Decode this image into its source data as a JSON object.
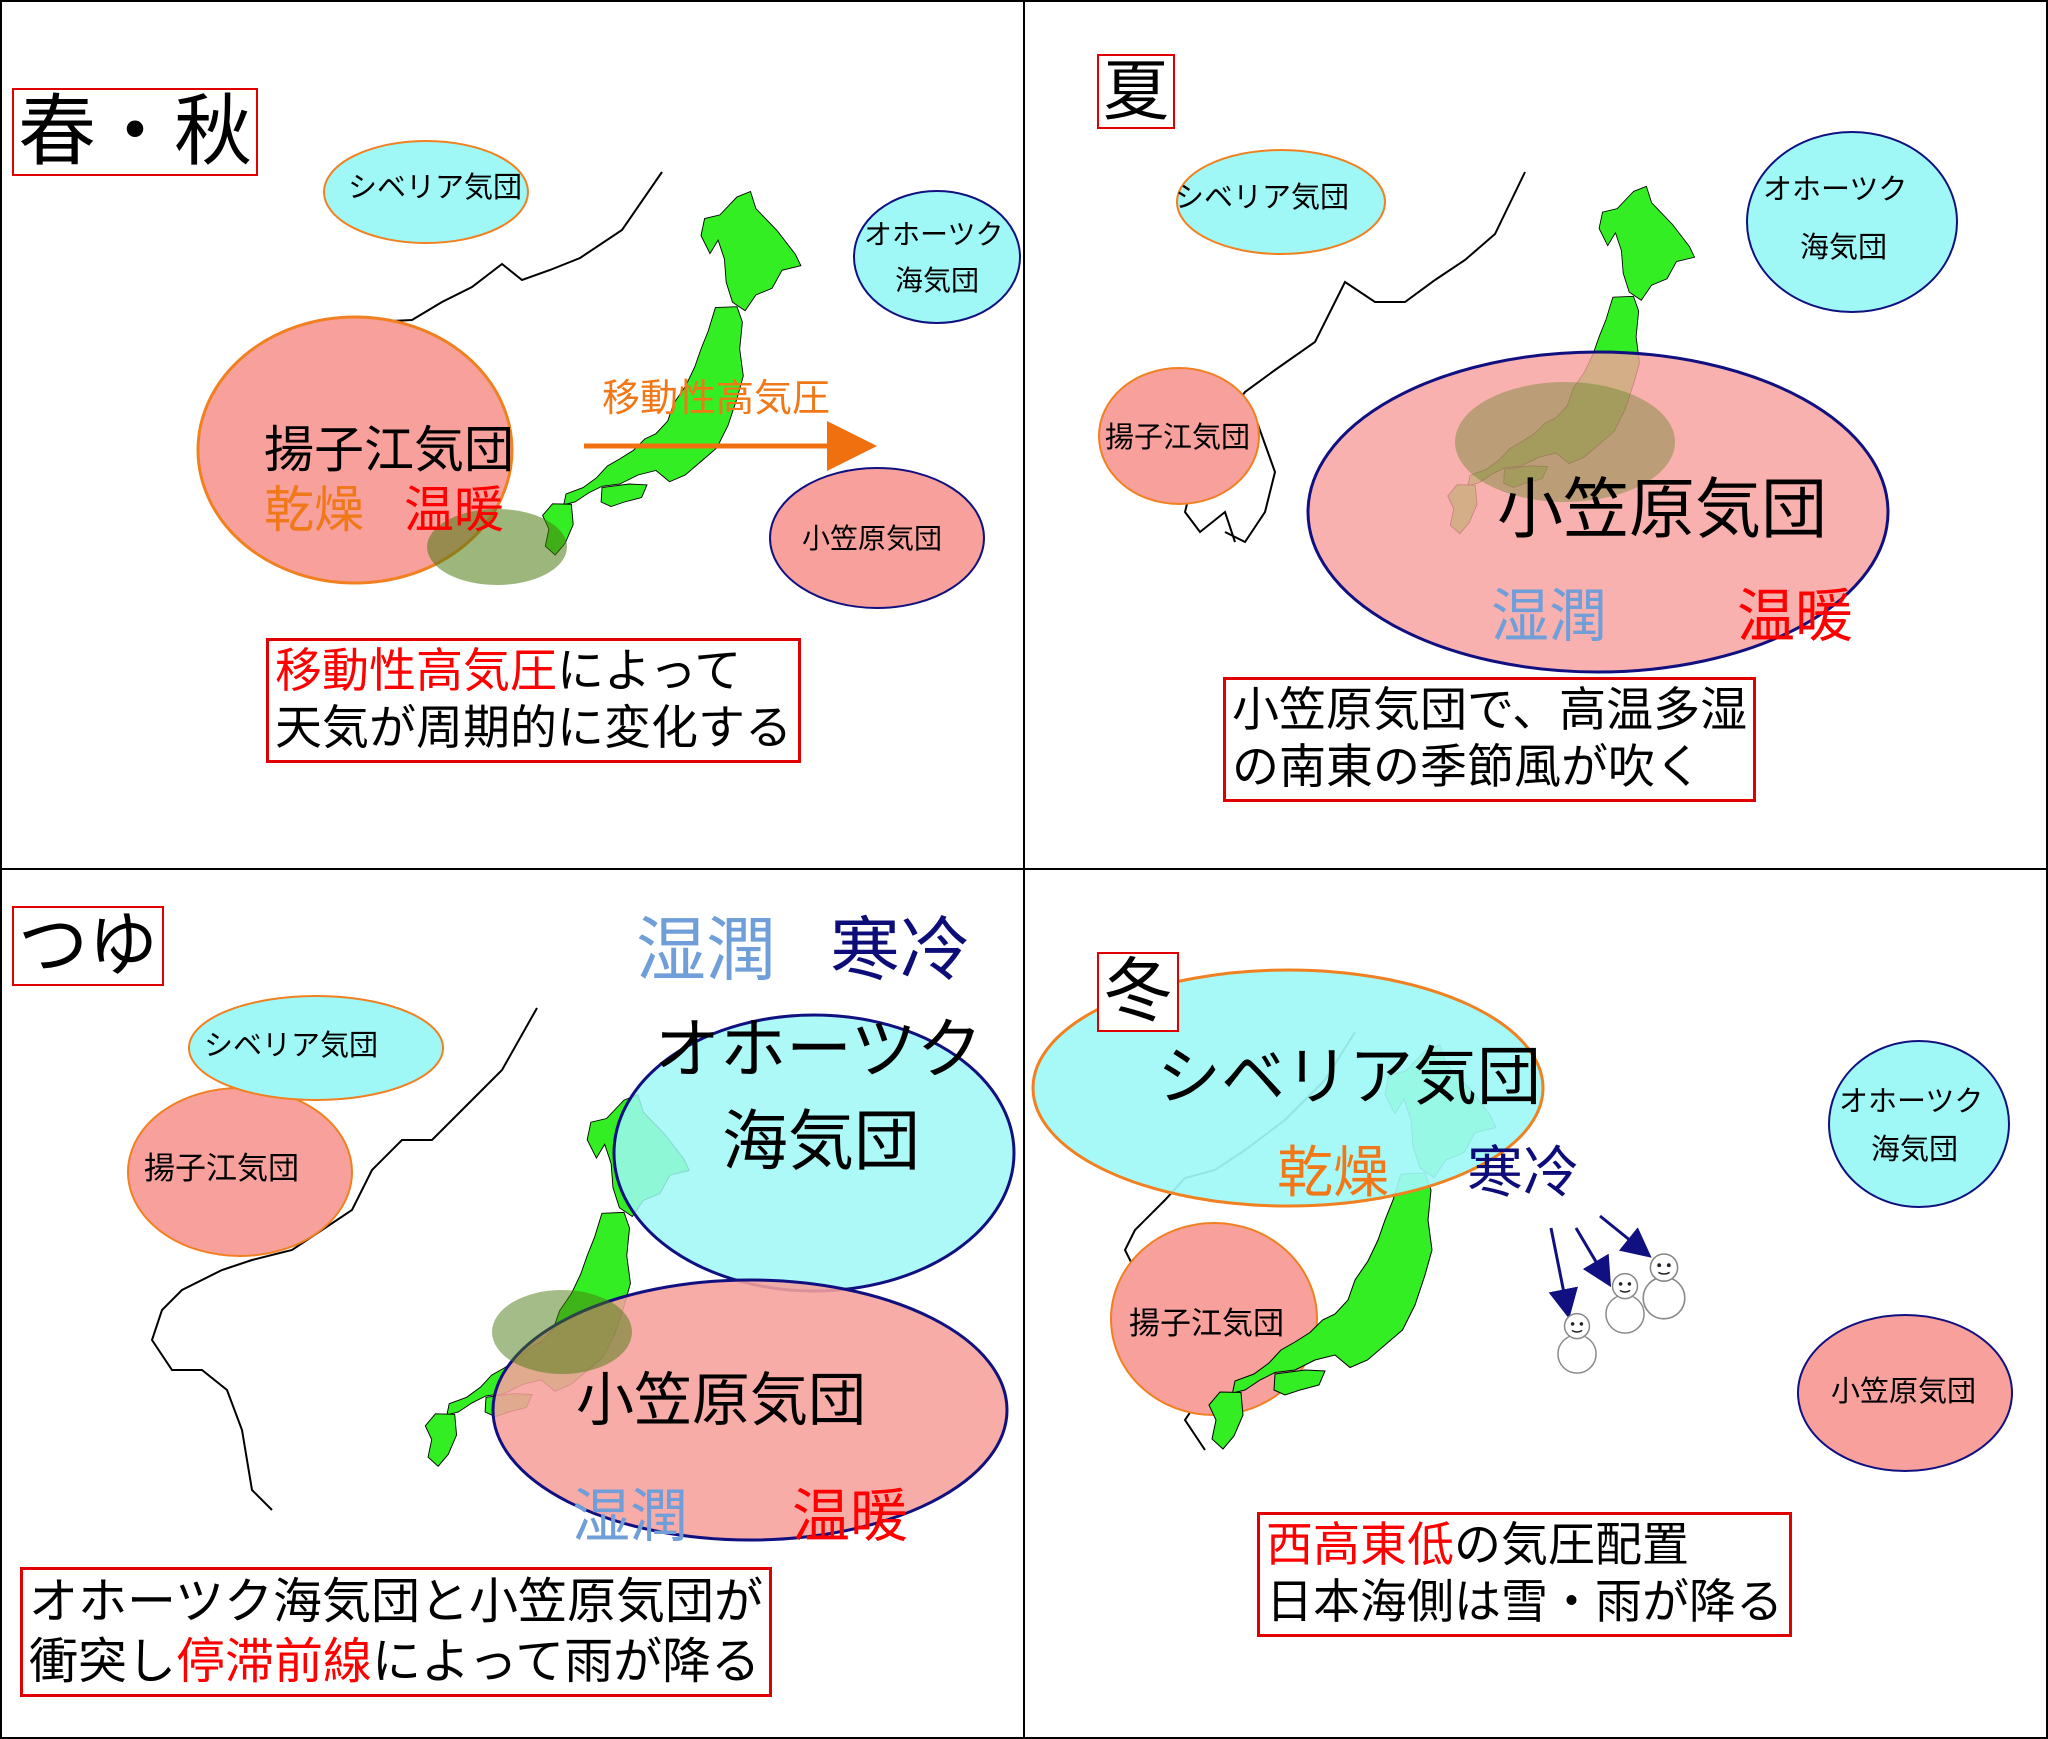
{
  "colors": {
    "land": "#33ee22",
    "cyan_mass": "#9ff8f6",
    "pink_mass": "#f7a09c",
    "orange_edge": "#f08020",
    "navy_edge": "#101080",
    "red_text": "#ff0000",
    "orange_text": "#f07818",
    "light_blue_text": "#6f9ed8",
    "navy_text": "#0d0d7a"
  },
  "spring": {
    "title": "春・秋",
    "siberia": "シベリア気団",
    "okhotsk_l1": "オホーツク",
    "okhotsk_l2": "海気団",
    "yangtze": "揚子江気団",
    "dry": "乾燥",
    "warm": "温暖",
    "arrow_label": "移動性高気圧",
    "ogasawara": "小笠原気団",
    "note_red": "移動性高気圧",
    "note_rest1": "によって",
    "note_line2": "天気が周期的に変化する"
  },
  "summer": {
    "title": "夏",
    "siberia": "シベリア気団",
    "okhotsk_l1": "オホーツク",
    "okhotsk_l2": "海気団",
    "yangtze": "揚子江気団",
    "ogasawara": "小笠原気団",
    "humid": "湿潤",
    "warm": "温暖",
    "note_line1": "小笠原気団で、高温多湿",
    "note_line2": "の南東の季節風が吹く"
  },
  "tsuyu": {
    "title": "つゆ",
    "humid_top": "湿潤",
    "cold_top": "寒冷",
    "siberia": "シベリア気団",
    "okhotsk_l1": "オホーツク",
    "okhotsk_l2": "海気団",
    "yangtze": "揚子江気団",
    "ogasawara": "小笠原気団",
    "humid": "湿潤",
    "warm": "温暖",
    "note_line1": "オホーツク海気団と小笠原気団が",
    "note_pre": "衝突し",
    "note_red": "停滞前線",
    "note_post": "によって雨が降る"
  },
  "winter": {
    "title": "冬",
    "siberia": "シベリア気団",
    "dry": "乾燥",
    "cold": "寒冷",
    "okhotsk_l1": "オホーツク",
    "okhotsk_l2": "海気団",
    "yangtze": "揚子江気団",
    "ogasawara": "小笠原気団",
    "note_red": "西高東低",
    "note_rest1": "の気圧配置",
    "note_line2": "日本海側は雪・雨が降る"
  }
}
